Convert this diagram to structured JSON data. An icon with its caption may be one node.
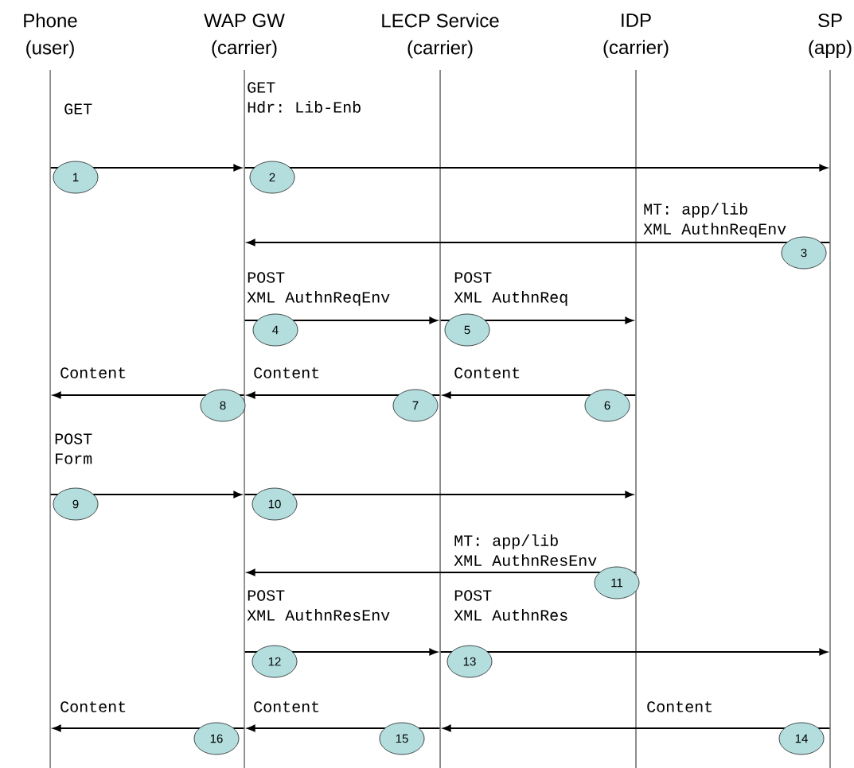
{
  "diagram": {
    "nodes": [
      {
        "text": [
          "Phone",
          "(user)"
        ]
      },
      {
        "text": [
          "WAP GW",
          "(carrier)"
        ]
      },
      {
        "text": [
          "LECP Service",
          "(carrier)"
        ]
      },
      {
        "text": [
          "IDP",
          "(carrier)"
        ]
      },
      {
        "text": [
          "SP",
          "(app)"
        ]
      }
    ],
    "edges": [
      {
        "from": 0,
        "to": 1,
        "arrow": "to",
        "label": "GET"
      },
      {
        "from": 1,
        "to": 4,
        "arrow": "to",
        "label": "GET Hdr: Lib-Enb"
      },
      {
        "from": 4,
        "to": 1,
        "arrow": "to",
        "label": "MT: app/lib XML AuthnReqEnv"
      },
      {
        "from": 1,
        "to": 2,
        "arrow": "to",
        "label": "POST XML AuthnReqEnv"
      },
      {
        "from": 2,
        "to": 3,
        "arrow": "to",
        "label": "POST XML AuthnReq"
      },
      {
        "from": 3,
        "to": 2,
        "arrow": "to",
        "label": "Content"
      },
      {
        "from": 2,
        "to": 1,
        "arrow": "to",
        "label": "Content"
      },
      {
        "from": 1,
        "to": 0,
        "arrow": "to",
        "label": "Content"
      },
      {
        "from": 0,
        "to": 1,
        "arrow": "to",
        "label": "POST Form"
      },
      {
        "from": 1,
        "to": 3,
        "arrow": "to"
      },
      {
        "from": 3,
        "to": 1,
        "arrow": "to",
        "label": "MT: app/lib XML AuthnResEnv"
      },
      {
        "from": 1,
        "to": 2,
        "arrow": "to",
        "label": "POST XML AuthnResEnv"
      },
      {
        "from": 2,
        "to": 4,
        "arrow": "to",
        "label": "POST XML AuthnRes"
      },
      {
        "from": 4,
        "to": 2,
        "arrow": "to",
        "label": "Content"
      },
      {
        "from": 2,
        "to": 1,
        "arrow": "to",
        "label": "Content"
      },
      {
        "from": 1,
        "to": 0,
        "arrow": "to",
        "label": "Content"
      }
    ],
    "labels": [
      "1",
      "2",
      "3",
      "4",
      "5",
      "6",
      "7",
      "8",
      "9",
      "10",
      "11",
      "12",
      "13",
      "14",
      "15",
      "16"
    ]
  }
}
